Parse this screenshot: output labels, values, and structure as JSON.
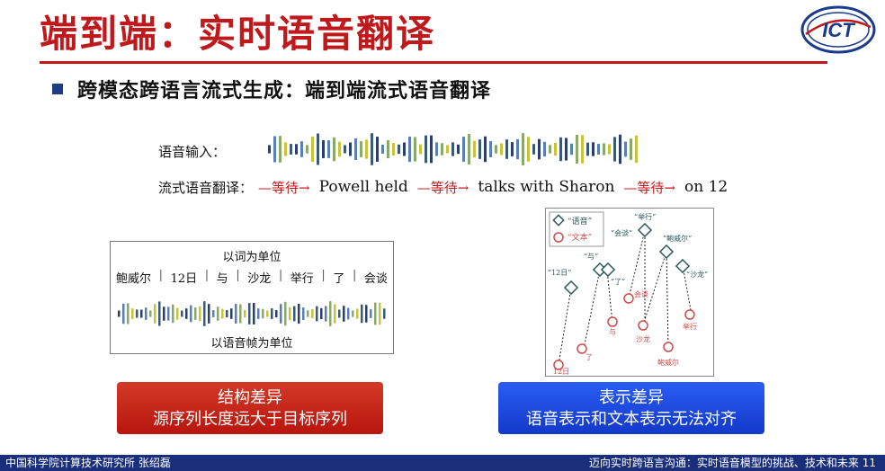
{
  "title": "端到端：实时语音翻译",
  "bullet": "跨模态跨语言流式生成：端到端流式语音翻译",
  "speech_input_label": "语音输入：",
  "translation": {
    "label": "流式语音翻译：",
    "wait": "—等待→",
    "segments": [
      "Powell held",
      "talks with  Sharon",
      "on 12"
    ]
  },
  "left_box": {
    "top_caption": "以词为单位",
    "words": [
      "鲍威尔",
      "12日",
      "与",
      "沙龙",
      "举行",
      "了",
      "会谈"
    ],
    "separator": "|",
    "bottom_caption": "以语音帧为单位"
  },
  "right_panel": {
    "legend": [
      "“语音”",
      "“文本”"
    ],
    "speech_nodes": [
      "“12日”",
      "“与”",
      "“了”",
      "“会谈”",
      "“举行”",
      "“鲍威尔”",
      "“沙龙”"
    ],
    "text_nodes": [
      "12日",
      "了",
      "与",
      "会谈",
      "沙龙",
      "举行",
      "鲍威尔"
    ]
  },
  "banners": {
    "left": {
      "line1": "结构差异",
      "line2": "源序列长度远大于目标序列"
    },
    "right": {
      "line1": "表示差异",
      "line2": "语音表示和文本表示无法对齐"
    }
  },
  "footer": {
    "left": "中国科学院计算技术研究所   张绍磊",
    "right": "迈向实时跨语言沟通：实时语音模型的挑战、技术和未来   11"
  },
  "logo_text": "ICT",
  "colors": {
    "title_red": "#c0191c",
    "navy": "#1a2f7a",
    "banner_red": "#c4241a",
    "banner_blue": "#1f4ce0"
  }
}
